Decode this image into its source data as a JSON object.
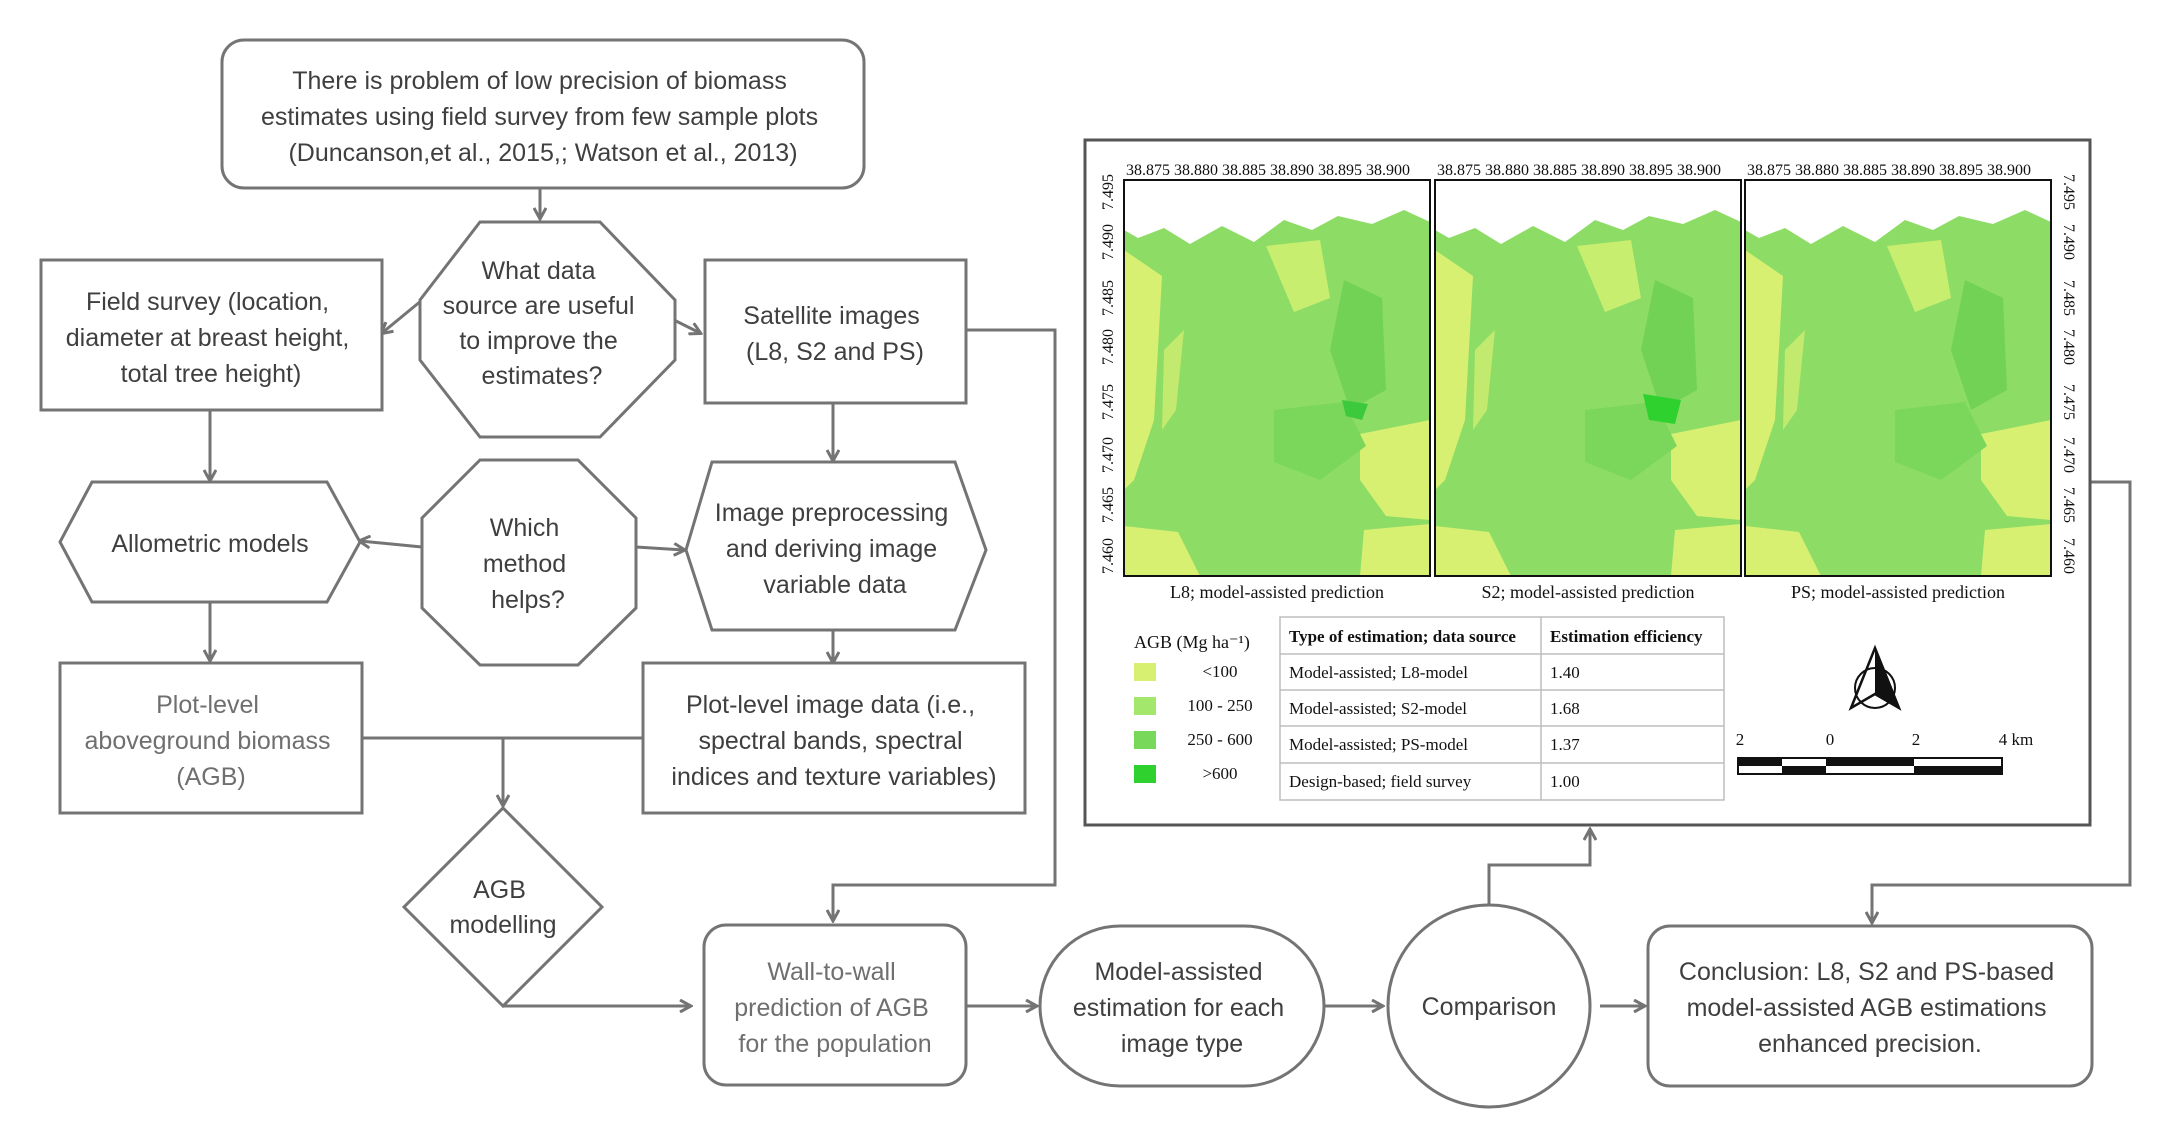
{
  "nodes": {
    "problem": [
      "There is problem of low precision of biomass",
      "estimates using field survey from few sample plots",
      "(Duncanson,et al., 2015,; Watson et al., 2013)"
    ],
    "data_question": [
      "What data",
      "source are useful",
      "to improve the",
      "estimates?"
    ],
    "field_survey": [
      "Field survey (location,",
      "diameter at breast height,",
      "total tree height)"
    ],
    "satellite": [
      "Satellite images",
      "(L8, S2 and PS)"
    ],
    "allometric": [
      "Allometric models"
    ],
    "method_question": [
      "Which",
      "method",
      "helps?"
    ],
    "preprocessing": [
      "Image preprocessing",
      "and deriving image",
      "variable data"
    ],
    "plot_agb": [
      "Plot-level",
      "aboveground biomass",
      "(AGB)"
    ],
    "plot_image": [
      "Plot-level image data (i.e.,",
      "spectral bands, spectral",
      "indices and texture variables)"
    ],
    "agb_modelling": [
      "AGB",
      "modelling"
    ],
    "wall_to_wall": [
      "Wall-to-wall",
      "prediction of AGB",
      "for the population"
    ],
    "model_assisted": [
      "Model-assisted",
      "estimation for each",
      "image type"
    ],
    "comparison": [
      "Comparison"
    ],
    "conclusion": [
      "Conclusion: L8, S2 and PS-based",
      "model-assisted AGB estimations",
      "enhanced precision."
    ]
  },
  "maps": {
    "x_ticks": [
      "38.875",
      "38.880",
      "38.885",
      "38.890",
      "38.895",
      "38.900"
    ],
    "y_ticks": [
      "7.495",
      "7.490",
      "7.485",
      "7.480",
      "7.475",
      "7.470",
      "7.465",
      "7.460"
    ],
    "panels": [
      {
        "caption": "L8; model-assisted prediction"
      },
      {
        "caption": "S2; model-assisted prediction"
      },
      {
        "caption": "PS; model-assisted prediction"
      }
    ],
    "legend": {
      "title": "AGB (Mg ha⁻¹)",
      "classes": [
        {
          "label": "<100",
          "color": "#d8f072"
        },
        {
          "label": "100 - 250",
          "color": "#a3e86c"
        },
        {
          "label": "250 - 600",
          "color": "#78d85a"
        },
        {
          "label": ">600",
          "color": "#2ed12e"
        }
      ]
    },
    "table": {
      "headers": [
        "Type of estimation; data source",
        "Estimation efficiency"
      ],
      "rows": [
        [
          "Model-assisted; L8-model",
          "1.40"
        ],
        [
          "Model-assisted; S2-model",
          "1.68"
        ],
        [
          "Model-assisted; PS-model",
          "1.37"
        ],
        [
          "Design-based; field survey",
          "1.00"
        ]
      ]
    },
    "scale": {
      "labels": [
        "2",
        "0",
        "2",
        "4 km"
      ]
    },
    "colors": {
      "base_green": "#8ddc66",
      "light": "#d8f072",
      "mid": "#7bd65c",
      "dark": "#3cc93c"
    }
  },
  "colors": {
    "stroke": "#747474",
    "text": "#3f3f3f"
  }
}
